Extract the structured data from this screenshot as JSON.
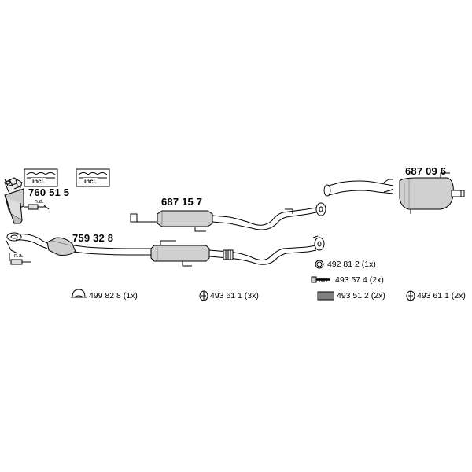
{
  "parts": {
    "manifold_cat": "760 51 5",
    "front_cat": "759 32 8",
    "middle_silencer": "687 15 7",
    "rear_silencer": "687 09 6"
  },
  "labels": {
    "incl": "incl.",
    "na": "n.a."
  },
  "accessories": {
    "clamp_ring": "492 81 2 (1x)",
    "bolt": "493 57 4 (2x)",
    "spring": "493 51 2 (2x)",
    "rubber_mount_a": "499 82 8 (1x)",
    "rubber_mount_b": "493 61 1 (3x)",
    "rubber_mount_c": "493 61 1 (2x)"
  }
}
